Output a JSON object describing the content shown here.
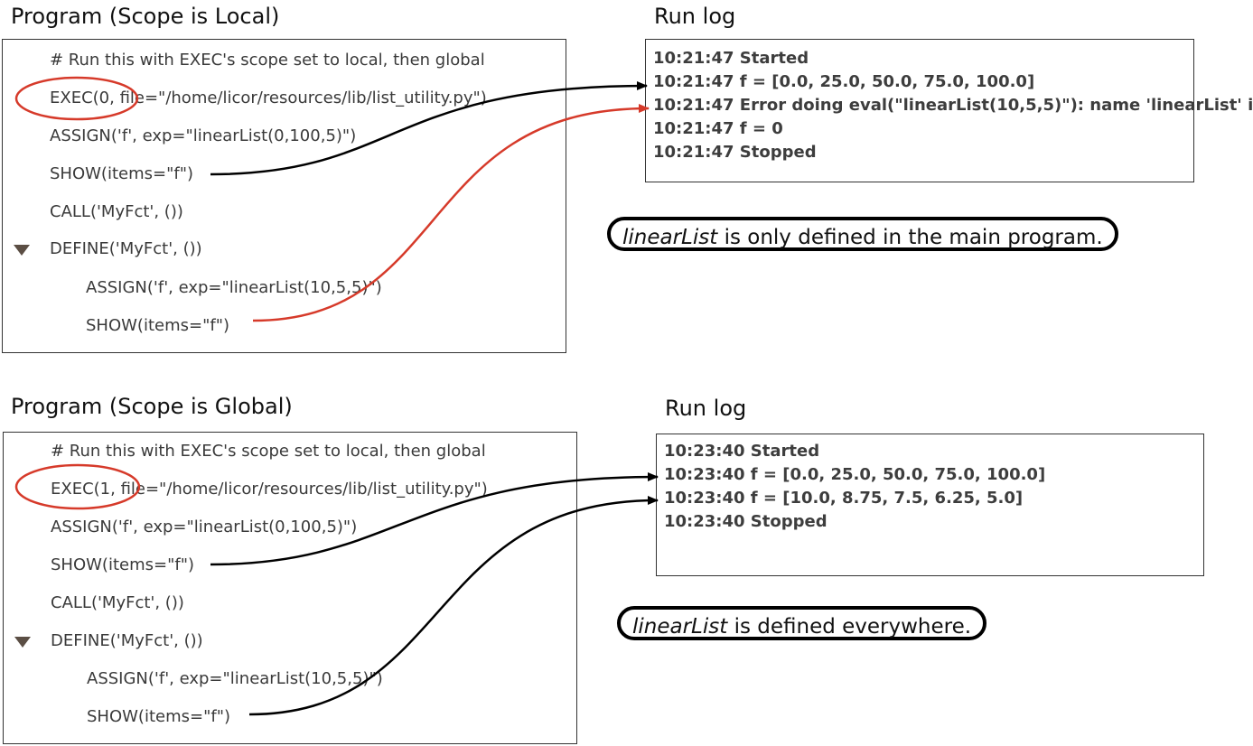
{
  "top": {
    "program_title": "Program (Scope is Local)",
    "program_lines": [
      "# Run this with EXEC's scope set to local, then global",
      "EXEC(0, file=\"/home/licor/resources/lib/list_utility.py\")",
      "ASSIGN('f', exp=\"linearList(0,100,5)\")",
      "SHOW(items=\"f\")",
      "CALL('MyFct', ())",
      "DEFINE('MyFct', ())",
      "ASSIGN('f', exp=\"linearList(10,5,5)\")",
      "SHOW(items=\"f\")"
    ],
    "runlog_title": "Run log",
    "runlog_lines": [
      "10:21:47 Started",
      "10:21:47 f = [0.0, 25.0, 50.0, 75.0, 100.0]",
      "10:21:47 Error doing eval(\"linearList(10,5,5)\"): name 'linearList' i",
      "10:21:47 f = 0",
      "10:21:47 Stopped"
    ],
    "note_italic": "linearList",
    "note_rest": " is only defined in the main program."
  },
  "bottom": {
    "program_title": "Program (Scope is Global)",
    "program_lines": [
      "# Run this with EXEC's scope set to local, then global",
      "EXEC(1, file=\"/home/licor/resources/lib/list_utility.py\")",
      "ASSIGN('f', exp=\"linearList(0,100,5)\")",
      "SHOW(items=\"f\")",
      "CALL('MyFct', ())",
      "DEFINE('MyFct', ())",
      "ASSIGN('f', exp=\"linearList(10,5,5)\")",
      "SHOW(items=\"f\")"
    ],
    "runlog_title": "Run log",
    "runlog_lines": [
      "10:23:40 Started",
      "10:23:40 f = [0.0, 25.0, 50.0, 75.0, 100.0]",
      "10:23:40 f = [10.0, 8.75, 7.5, 6.25, 5.0]",
      "10:23:40 Stopped"
    ],
    "note_italic": "linearList",
    "note_rest": " is defined everywhere."
  },
  "colors": {
    "arrow_black": "#000000",
    "arrow_red": "#d63a2a",
    "highlight_circle": "#d63a2a",
    "tree_toggle": "#5b4e44"
  },
  "icons": {
    "tree_toggle": "triangle-down-icon"
  }
}
